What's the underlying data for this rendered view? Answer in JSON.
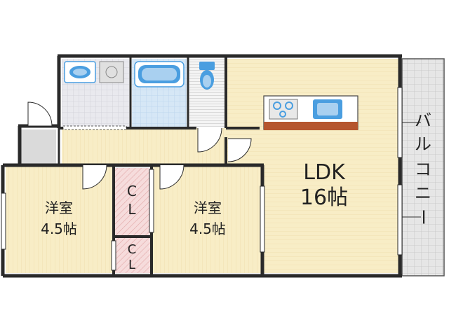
{
  "rooms": {
    "ldk": {
      "name": "LDK",
      "size": "16帖"
    },
    "western_left": {
      "name": "洋室",
      "size": "4.5帖"
    },
    "western_right": {
      "name": "洋室",
      "size": "4.5帖"
    },
    "closet_upper": {
      "line1": "C",
      "line2": "L"
    },
    "closet_lower": {
      "line1": "C",
      "line2": "L"
    },
    "balcony": {
      "chars": [
        "バ",
        "ル",
        "コ",
        "ニ",
        "ー"
      ]
    }
  },
  "colors": {
    "wall": "#2a2a2a",
    "room_floor": "#f8edc6",
    "closet_floor": "#f6dcdc",
    "closet_hatch": "#e2a9a9",
    "wet_area": "#e9e9ee",
    "bath_fill": "#d6e7f6",
    "fixture_blue": "#4a9ee0",
    "balcony_fill": "#e4e4e4",
    "entrance_fill": "#dadada",
    "kitchen_counter": "#b5562f"
  }
}
